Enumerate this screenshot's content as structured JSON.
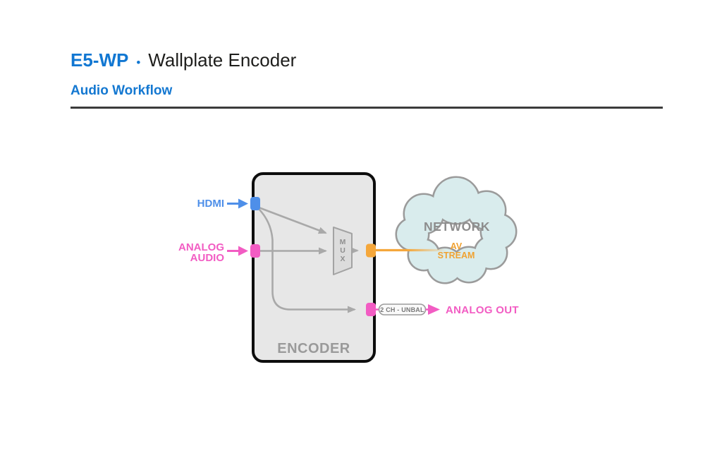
{
  "header": {
    "product_code": "E5-WP",
    "separator": "•",
    "product_name": "Wallplate Encoder",
    "section_title": "Audio Workflow"
  },
  "diagram": {
    "encoder": {
      "label": "ENCODER",
      "mux": [
        "M",
        "U",
        "X"
      ]
    },
    "inputs": {
      "hdmi": {
        "label": "HDMI"
      },
      "analog_audio": {
        "line1": "ANALOG",
        "line2": "AUDIO"
      }
    },
    "network": {
      "label": "NETWORK",
      "stream_line1": "AV",
      "stream_line2": "STREAM"
    },
    "analog_out": {
      "badge": "2 CH - UNBAL",
      "label": "ANALOG OUT"
    }
  },
  "colors": {
    "title_blue": "#1177d2",
    "hdmi_blue": "#4e8fe9",
    "analog_pink": "#f25cc3",
    "stream_orange": "#f5a73b",
    "line_gray": "#a9a9a9",
    "cloud_fill": "#d9eced",
    "cloud_stroke": "#9b9b9b",
    "encoder_fill": "#e7e7e7",
    "encoder_stroke": "#0d0d0d",
    "gray_text": "#9a9a9a"
  }
}
